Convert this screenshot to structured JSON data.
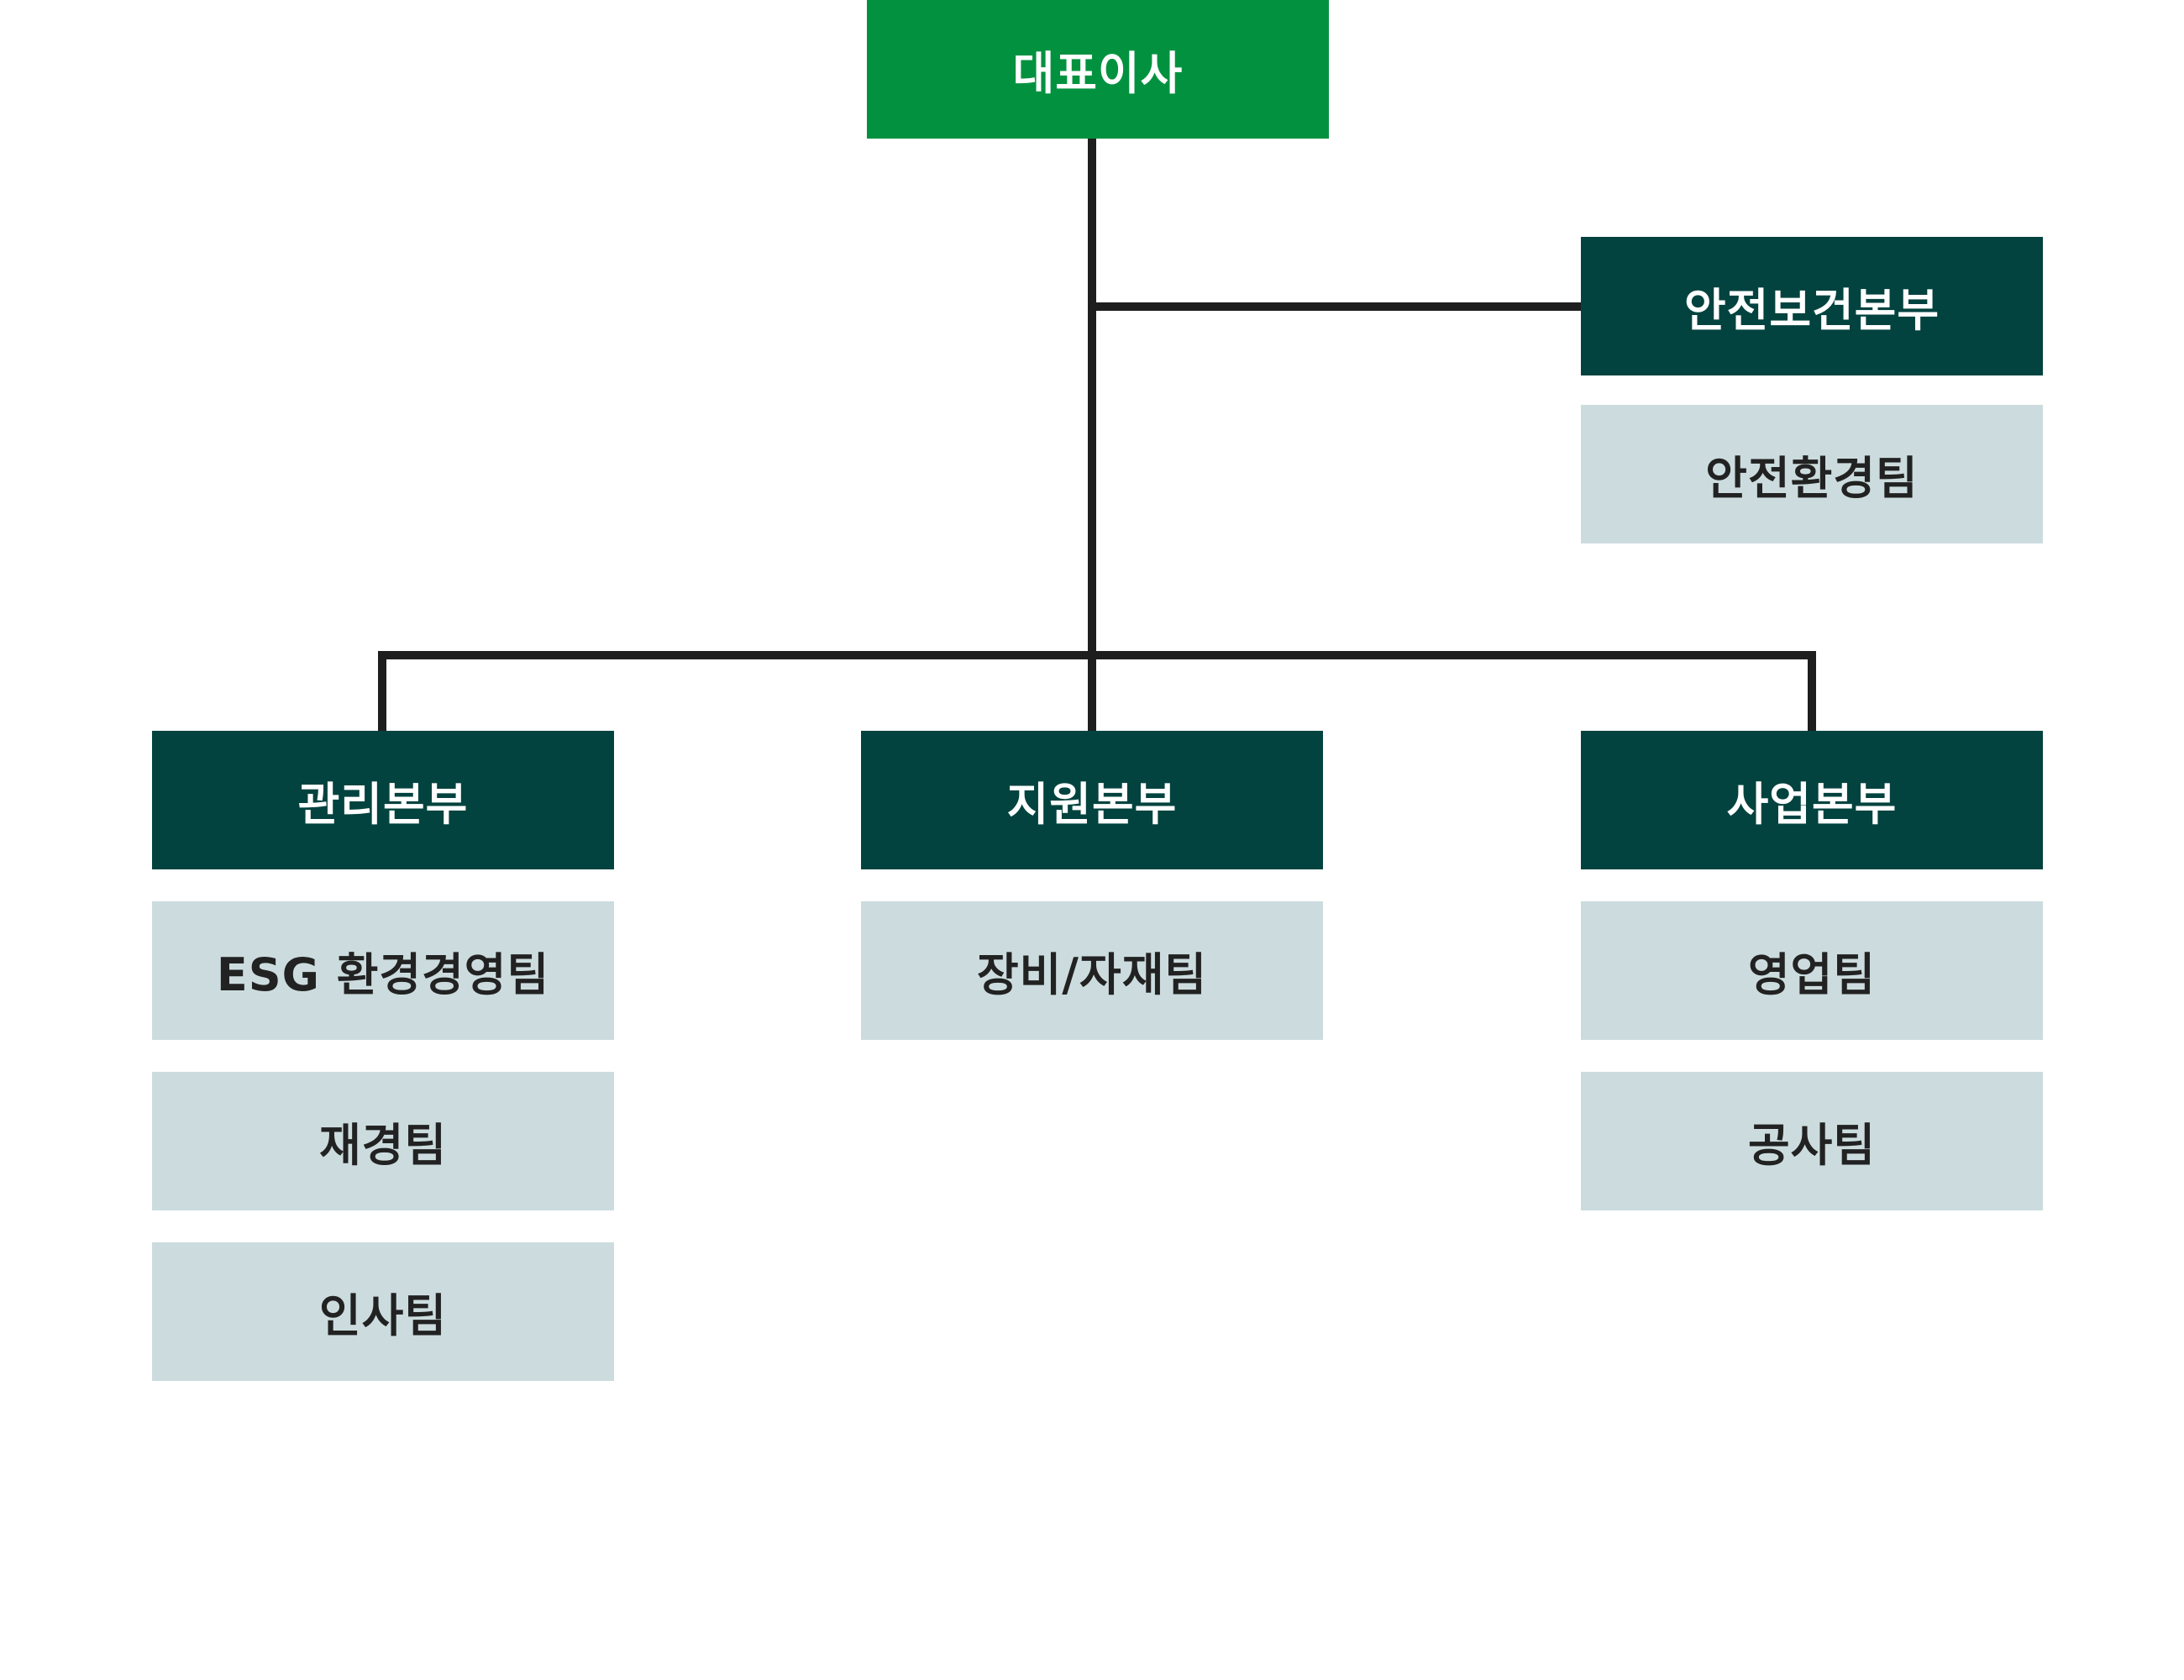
{
  "colors": {
    "ceo_box": "#02923f",
    "division_box": "#03433f",
    "team_box": "#ccdcde",
    "connector": "#1e1e1e",
    "division_text": "#ffffff",
    "team_text": "#222222"
  },
  "org": {
    "ceo": {
      "label": "대표이사"
    },
    "safety": {
      "label": "안전보건본부",
      "teams": [
        {
          "label": "안전환경팀"
        }
      ]
    },
    "divisions": [
      {
        "label": "관리본부",
        "teams": [
          {
            "label": "ESG 환경경영팀"
          },
          {
            "label": "재경팀"
          },
          {
            "label": "인사팀"
          }
        ]
      },
      {
        "label": "지원본부",
        "teams": [
          {
            "label": "장비/자재팀"
          }
        ]
      },
      {
        "label": "사업본부",
        "teams": [
          {
            "label": "영업팀"
          },
          {
            "label": "공사팀"
          }
        ]
      }
    ]
  }
}
